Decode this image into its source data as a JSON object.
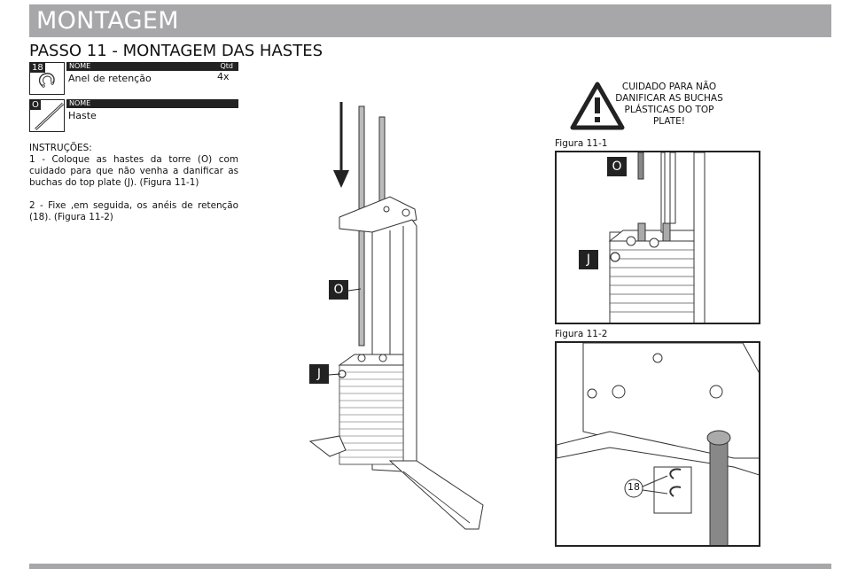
{
  "header": {
    "title": "MONTAGEM"
  },
  "step": {
    "title": "PASSO 11 - MONTAGEM DAS HASTES"
  },
  "parts": [
    {
      "number": "18",
      "head_label": "NOME",
      "qty_label": "Qtd",
      "name": "Anel de retenção",
      "qty": "4x",
      "icon": "retaining-ring-icon"
    },
    {
      "number": "O",
      "head_label": "NOME",
      "name": "Haste",
      "icon": "rod-icon"
    }
  ],
  "instructions": {
    "title": "INSTRUÇÕES:",
    "steps": [
      "1 - Coloque as hastes da torre (O) com cuidado para que não venha a danificar as buchas do top plate (J). (Figura 11-1)",
      "2 - Fixe ,em seguida, os anéis de retenção (18). (Figura 11-2)"
    ]
  },
  "warning": {
    "icon": "warning-triangle-icon",
    "text": "CUIDADO PARA NÃO DANIFICAR AS BUCHAS PLÁSTICAS DO TOP PLATE!"
  },
  "main_drawing": {
    "labels": [
      "O",
      "J"
    ]
  },
  "figures": [
    {
      "caption": "Figura 11-1",
      "labels": [
        "O",
        "J"
      ]
    },
    {
      "caption": "Figura 11-2",
      "labels": [
        "18"
      ]
    }
  ]
}
